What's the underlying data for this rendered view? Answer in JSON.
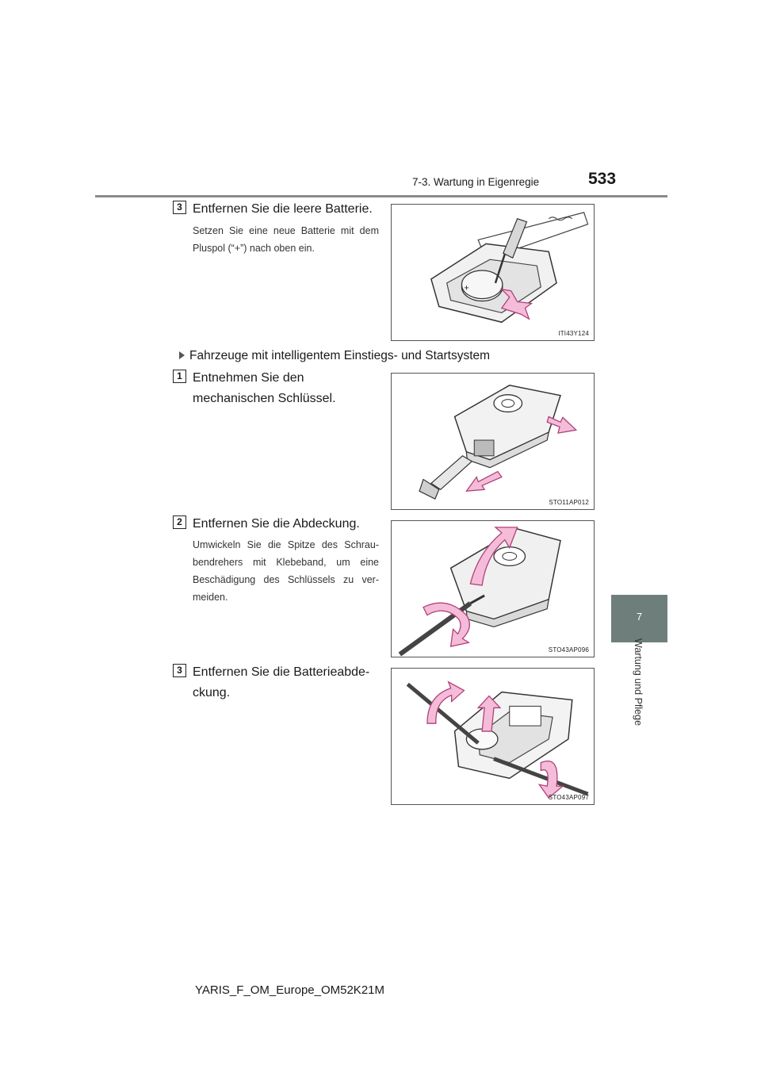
{
  "header": {
    "section": "7-3. Wartung in Eigenregie",
    "page_number": "533"
  },
  "side_tab": {
    "chapter_number": "7",
    "chapter_title": "Wartung und Pflege"
  },
  "blocks": [
    {
      "step": "3",
      "title": "Entfernen Sie die leere Batterie.",
      "note": "Setzen Sie eine neue Batterie mit dem Pluspol (“+”) nach oben ein.",
      "figure_code": "ITI43Y124"
    },
    {
      "step": "1",
      "title": "Entnehmen Sie den mechanischen Schlüssel.",
      "note": "",
      "figure_code": "STO11AP012"
    },
    {
      "step": "2",
      "title": "Entfernen Sie die Abdeckung.",
      "note": "Umwickeln Sie die Spitze des Schrau-bendrehers mit Klebeband, um eine Beschädigung des Schlüssels zu ver-meiden.",
      "figure_code": "STO43AP096"
    },
    {
      "step": "3",
      "title": "Entfernen Sie die Batterieabde-ckung.",
      "note": "",
      "figure_code": "STO43AP097"
    }
  ],
  "subheading": "Fahrzeuge mit intelligentem Einstiegs- und Startsystem",
  "footer": "YARIS_F_OM_Europe_OM52K21M",
  "colors": {
    "arrow_fill": "#f4bcd8",
    "arrow_stroke": "#b0407a",
    "tab": "#6e7f7b"
  },
  "figure_symbols": {
    "battery_plus": "+"
  }
}
